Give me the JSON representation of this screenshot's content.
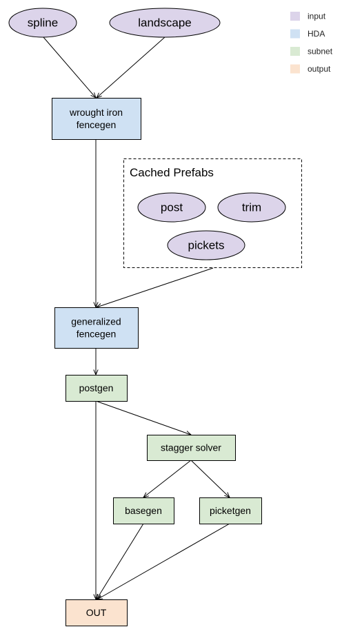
{
  "colors": {
    "input": "#dcd4ea",
    "hda": "#cfe1f3",
    "subnet": "#d9ead3",
    "output": "#fbe3cf",
    "stroke": "#000000",
    "edge": "#000000"
  },
  "legend": {
    "items": [
      {
        "label": "input",
        "color": "#dcd4ea"
      },
      {
        "label": "HDA",
        "color": "#cfe1f3"
      },
      {
        "label": "subnet",
        "color": "#d9ead3"
      },
      {
        "label": "output",
        "color": "#fbe3cf"
      }
    ]
  },
  "group": {
    "title": "Cached Prefabs"
  },
  "nodes": {
    "spline": {
      "lines": [
        "spline"
      ],
      "kind": "input"
    },
    "landscape": {
      "lines": [
        "landscape"
      ],
      "kind": "input"
    },
    "wrought_iron_fencegen": {
      "lines": [
        "wrought iron",
        "fencegen"
      ],
      "kind": "hda"
    },
    "post": {
      "lines": [
        "post"
      ],
      "kind": "input"
    },
    "trim": {
      "lines": [
        "trim"
      ],
      "kind": "input"
    },
    "pickets": {
      "lines": [
        "pickets"
      ],
      "kind": "input"
    },
    "generalized_fencegen": {
      "lines": [
        "generalized",
        "fencegen"
      ],
      "kind": "hda"
    },
    "postgen": {
      "lines": [
        "postgen"
      ],
      "kind": "subnet"
    },
    "stagger_solver": {
      "lines": [
        "stagger solver"
      ],
      "kind": "subnet"
    },
    "basegen": {
      "lines": [
        "basegen"
      ],
      "kind": "subnet"
    },
    "picketgen": {
      "lines": [
        "picketgen"
      ],
      "kind": "subnet"
    },
    "out": {
      "lines": [
        "OUT"
      ],
      "kind": "output"
    }
  },
  "edges": [
    {
      "from": "spline",
      "to": "wrought_iron_fencegen"
    },
    {
      "from": "landscape",
      "to": "wrought_iron_fencegen"
    },
    {
      "from": "wrought_iron_fencegen",
      "to": "generalized_fencegen"
    },
    {
      "from": "cached_prefabs",
      "to": "generalized_fencegen"
    },
    {
      "from": "generalized_fencegen",
      "to": "postgen"
    },
    {
      "from": "postgen",
      "to": "stagger_solver"
    },
    {
      "from": "postgen",
      "to": "out"
    },
    {
      "from": "stagger_solver",
      "to": "basegen"
    },
    {
      "from": "stagger_solver",
      "to": "picketgen"
    },
    {
      "from": "basegen",
      "to": "out"
    },
    {
      "from": "picketgen",
      "to": "out"
    }
  ]
}
